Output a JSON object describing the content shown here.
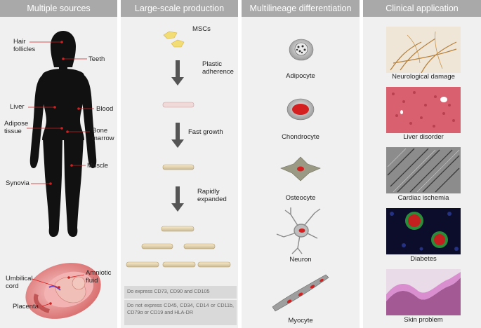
{
  "columns": {
    "sources": "Multiple sources",
    "production": "Large-scale production",
    "differentiation": "Multilineage differentiation",
    "clinical": "Clinical application"
  },
  "sources": {
    "hair_follicles": "Hair\nfollicles",
    "teeth": "Teeth",
    "liver": "Liver",
    "blood": "Blood",
    "adipose_tissue": "Adipose\ntissue",
    "bone_marrow": "Bone\nmarrow",
    "muscle": "Muscle",
    "synovia": "Synovia",
    "umbilical_cord": "Umbilical\ncord",
    "amniotic_fluid": "Amniotic\nfluid",
    "placenta": "Placenta"
  },
  "production": {
    "mscs": "MSCs",
    "plastic_adherence": "Plastic\nadherence",
    "fast_growth": "Fast growth",
    "rapidly_expanded": "Rapidly\nexpanded",
    "markers_positive": "Do express CD73, CD90 and CD105",
    "markers_negative": "Do not express CD45, CD34, CD14 or CD11b, CD79α or CD19 and HLA-DR"
  },
  "differentiation": {
    "adipocyte": "Adipocyte",
    "chondrocyte": "Chondrocyte",
    "osteocyte": "Osteocyte",
    "neuron": "Neuron",
    "myocyte": "Myocyte"
  },
  "clinical": {
    "neurological": "Neurological damage",
    "liver": "Liver disorder",
    "cardiac": "Cardiac ischemia",
    "diabetes": "Diabetes",
    "skin": "Skin problem"
  },
  "colors": {
    "header": "#a9a9a9",
    "panel": "#f0f0f0",
    "pointer": "#d22020",
    "arrow": "#555555",
    "cell_red": "#d42020"
  }
}
